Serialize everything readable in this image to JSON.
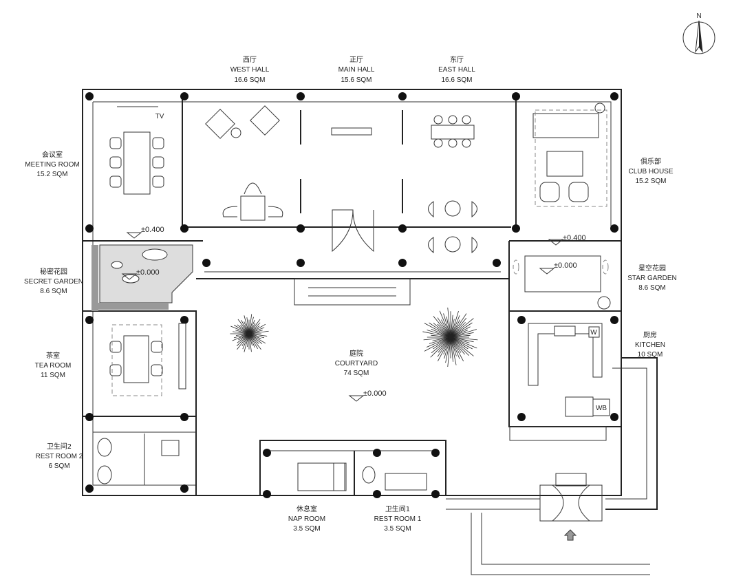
{
  "rooms": {
    "west_hall": {
      "cn": "西厅",
      "en": "WEST HALL",
      "area": "16.6 SQM"
    },
    "main_hall": {
      "cn": "正厅",
      "en": "MAIN HALL",
      "area": "15.6 SQM"
    },
    "east_hall": {
      "cn": "东厅",
      "en": "EAST HALL",
      "area": "16.6 SQM"
    },
    "meeting_room": {
      "cn": "会议室",
      "en": "MEETING ROOM",
      "area": "15.2 SQM"
    },
    "club_house": {
      "cn": "俱乐部",
      "en": "CLUB HOUSE",
      "area": "15.2 SQM"
    },
    "secret_garden": {
      "cn": "秘密花园",
      "en": "SECRET GARDEN",
      "area": "8.6 SQM"
    },
    "star_garden": {
      "cn": "星空花园",
      "en": "STAR  GARDEN",
      "area": "8.6 SQM"
    },
    "tea_room": {
      "cn": "茶室",
      "en": "TEA ROOM",
      "area": "11 SQM"
    },
    "courtyard": {
      "cn": "庭院",
      "en": "COURTYARD",
      "area": "74 SQM"
    },
    "kitchen": {
      "cn": "厨房",
      "en": "KITCHEN",
      "area": "10 SQM"
    },
    "rest_room_2": {
      "cn": "卫生间2",
      "en": "REST ROOM 2",
      "area": "6 SQM"
    },
    "nap_room": {
      "cn": "休息室",
      "en": "NAP ROOM",
      "area": "3.5 SQM"
    },
    "rest_room_1": {
      "cn": "卫生间1",
      "en": "REST ROOM 1",
      "area": "3.5 SQM"
    }
  },
  "levels": {
    "meeting": "±0.400",
    "club": "±0.400",
    "secret_garden": "±0.000",
    "star_garden": "±0.000",
    "courtyard": "±0.000"
  },
  "fixtures": {
    "tv": "TV",
    "w": "W",
    "wb": "WB"
  },
  "north": "N"
}
